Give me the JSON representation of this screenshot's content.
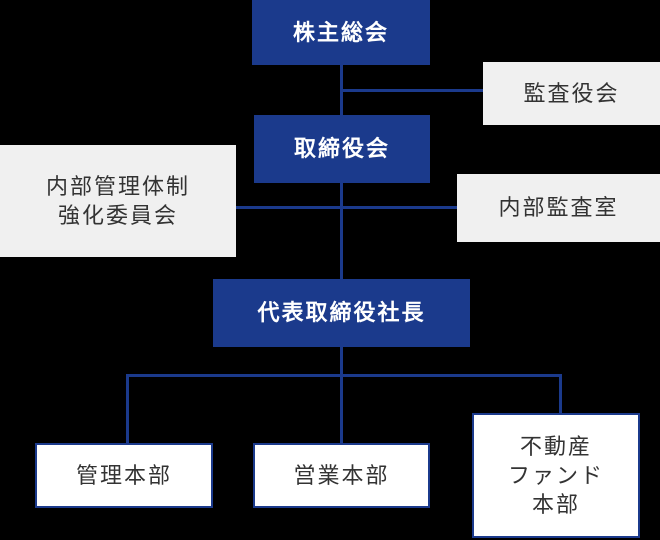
{
  "diagram_type": "organization-chart",
  "colors": {
    "background": "#000000",
    "navy_box_and_lines": "#1b3a8c",
    "light_gray_box": "#f0f0f0",
    "white_box": "#ffffff",
    "dark_text": "#333333",
    "light_text": "#ffffff"
  },
  "nodes": {
    "shareholders_meeting": {
      "label": "株主総会"
    },
    "audit_board": {
      "label": "監査役会"
    },
    "board_of_directors": {
      "label": "取締役会"
    },
    "internal_management_committee": {
      "line1": "内部管理体制",
      "line2": "強化委員会"
    },
    "internal_audit_office": {
      "label": "内部監査室"
    },
    "president": {
      "label": "代表取締役社長"
    },
    "administration_division": {
      "label": "管理本部"
    },
    "sales_division": {
      "label": "営業本部"
    },
    "real_estate_fund_division": {
      "line1": "不動産",
      "line2": "ファンド",
      "line3": "本部"
    }
  }
}
